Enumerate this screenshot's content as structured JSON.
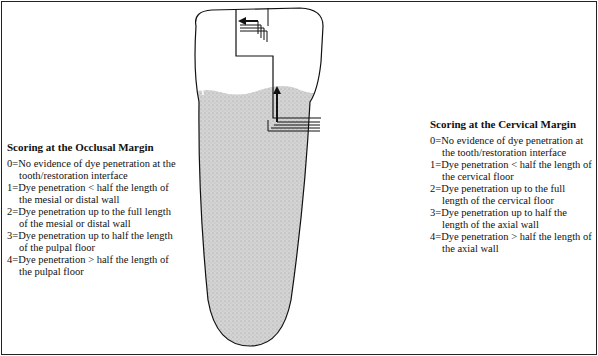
{
  "diagram": {
    "labels": [
      "Scoring at the Occlusal Margin",
      "0=No evidence of dye penetration at the tooth/restoration interface",
      "1=Dye penetration < half the length of the mesial or distal wall",
      "2=Dye penetration up to the full length of the mesial or distal wall",
      "3=Dye penetration up to half the length of the pulpal floor",
      "4=Dye penetration > half the length of the pulpal floor",
      "Scoring at the Cervical Margin",
      "0=No evidence of dye penetration at the tooth/restoration interface",
      "1=Dye penetration < half the length of the cervical floor",
      "2=Dye penetration up to the full length of the cervical floor",
      "3=Dye penetration up to half the length of the axial wall",
      "4=Dye penetration > half the length of the axial wall"
    ]
  }
}
